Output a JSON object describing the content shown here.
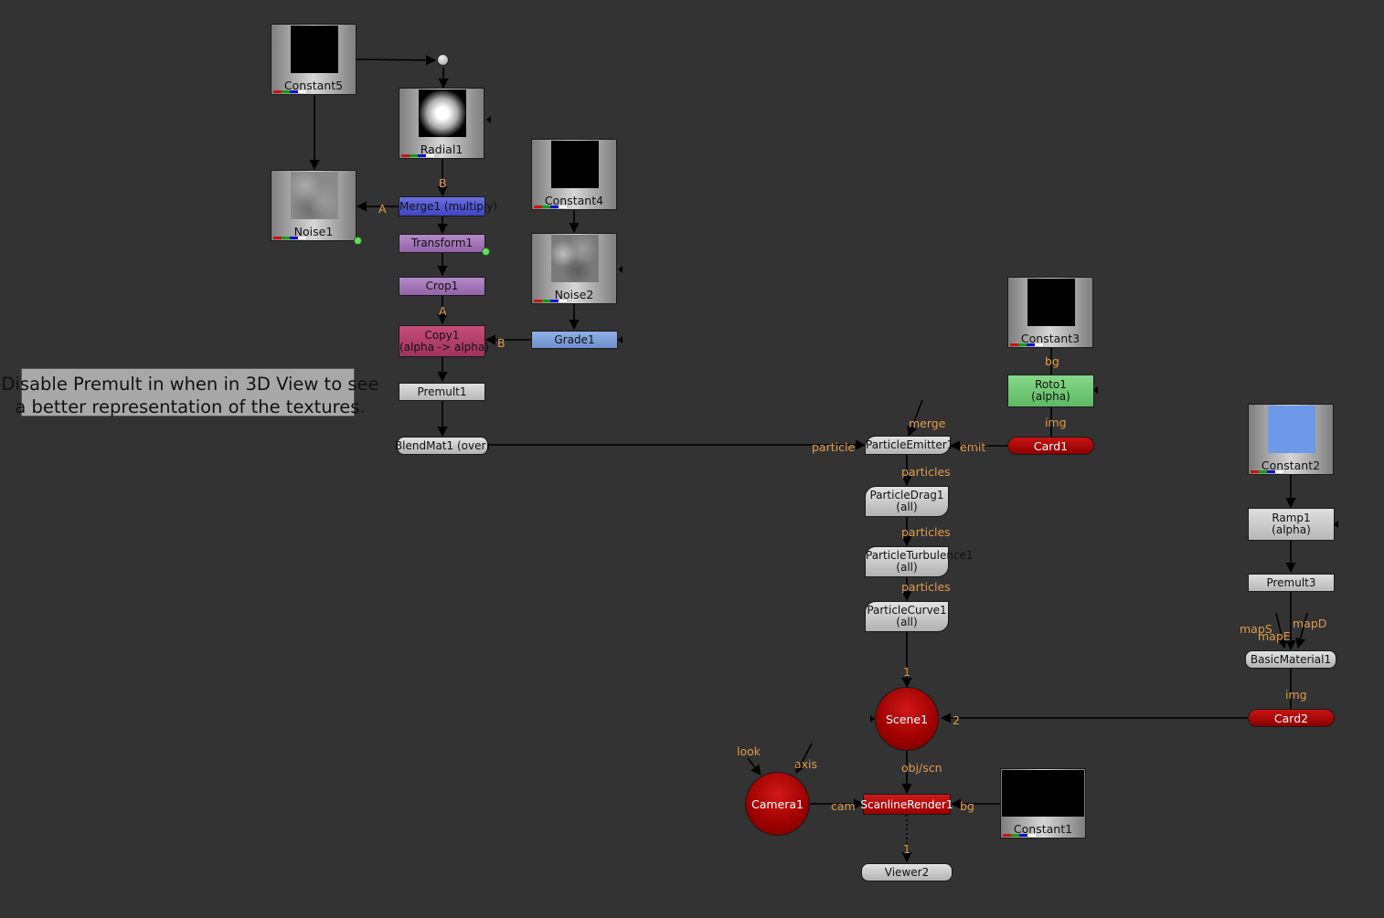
{
  "nodes": {
    "constant5": "Constant5",
    "radial1": "Radial1",
    "noise1": "Noise1",
    "merge1": "Merge1 (multiply)",
    "transform1": "Transform1",
    "crop1": "Crop1",
    "copy1_line1": "Copy1",
    "copy1_line2": "(alpha -> alpha)",
    "premult1": "Premult1",
    "blendmat1": "BlendMat1 (over)",
    "constant4": "Constant4",
    "noise2": "Noise2",
    "grade1": "Grade1",
    "constant3": "Constant3",
    "roto1_line1": "Roto1",
    "roto1_line2": "(alpha)",
    "card1": "Card1",
    "particle_emitter": "ParticleEmitter1",
    "particle_drag_line1": "ParticleDrag1",
    "particle_drag_line2": "(all)",
    "particle_turb_line1": "ParticleTurbulence1",
    "particle_turb_line2": "(all)",
    "particle_curve_line1": "ParticleCurve1",
    "particle_curve_line2": "(all)",
    "constant2": "Constant2",
    "ramp1_line1": "Ramp1",
    "ramp1_line2": "(alpha)",
    "premult3": "Premult3",
    "basic_material": "BasicMaterial1",
    "card2": "Card2",
    "scene1": "Scene1",
    "camera1": "Camera1",
    "scanline": "ScanlineRender1",
    "constant1": "Constant1",
    "viewer2": "Viewer2"
  },
  "edge_labels": {
    "merge_b": "B",
    "merge_a": "A",
    "copy_a": "A",
    "copy_b": "B",
    "roto_bg": "bg",
    "card1_img": "img",
    "emit_merge": "merge",
    "emit_particle": "particle",
    "emit_emit": "emit",
    "drag_particles": "particles",
    "turb_particles": "particles",
    "curve_particles": "particles",
    "scene_1": "1",
    "scene_2": "2",
    "mat_maps": "mapS",
    "mat_mape": "mapE",
    "mat_mapd": "mapD",
    "card2_img": "img",
    "cam_look": "look",
    "cam_axis": "axis",
    "render_objscn": "obj/scn",
    "render_cam": "cam",
    "render_bg": "bg",
    "viewer_1": "1"
  },
  "sticky_note": {
    "line1": "Disable Premult in when in 3D View to see",
    "line2": "a better representation of the textures."
  },
  "colors": {
    "background": "#333333",
    "edge_label": "#e09a4b",
    "card": "#b00000",
    "merge": "#4f54d0",
    "transform": "#a378b8",
    "copy": "#b5406a",
    "grade": "#7fa0da",
    "roto": "#72c876",
    "constant2_color": "#6e99e8"
  }
}
